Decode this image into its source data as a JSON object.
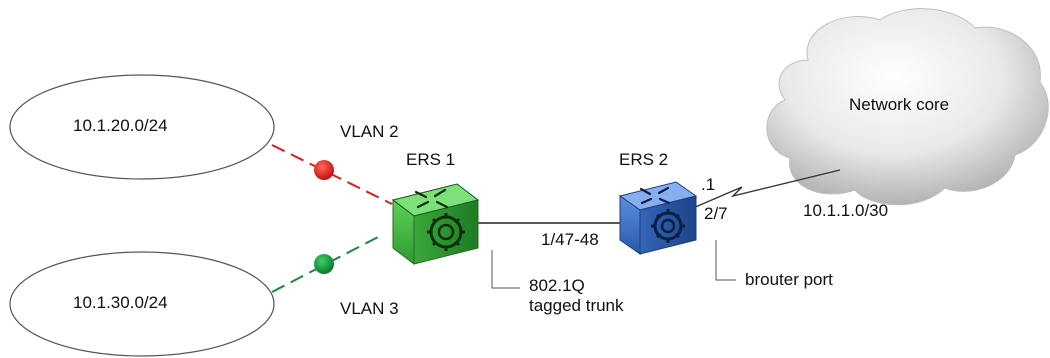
{
  "networks": {
    "subnet_vlan2": "10.1.20.0/24",
    "subnet_vlan3": "10.1.30.0/24",
    "core": "Network core",
    "core_subnet": "10.1.1.0/30"
  },
  "vlans": {
    "vlan2": {
      "label": "VLAN 2",
      "color": "#e01c1c"
    },
    "vlan3": {
      "label": "VLAN 3",
      "color": "#1a8a3c"
    }
  },
  "switches": {
    "ers1": {
      "label": "ERS 1",
      "color": "#4cc24a"
    },
    "ers2": {
      "label": "ERS 2",
      "color": "#3f73c9"
    }
  },
  "trunk": {
    "ports": "1/47-48",
    "type_line1": "802.1Q",
    "type_line2": "tagged trunk"
  },
  "brouter": {
    "address": ".1",
    "port": "2/7",
    "label": "brouter port"
  }
}
